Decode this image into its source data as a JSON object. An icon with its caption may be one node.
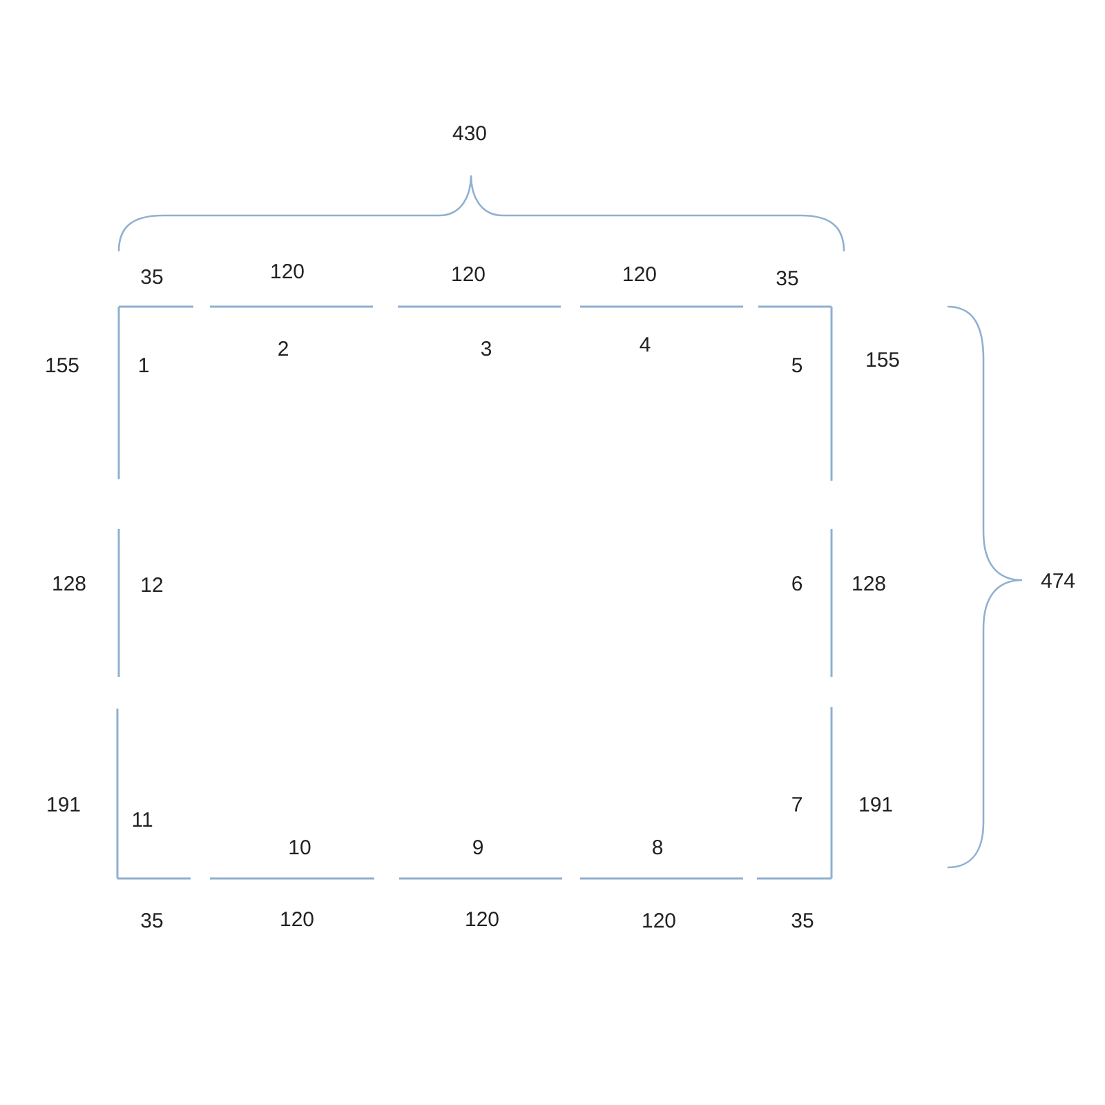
{
  "diagram": {
    "labels": [
      "430",
      "35",
      "120",
      "120",
      "120",
      "35",
      "2",
      "3",
      "4",
      "155",
      "1",
      "5",
      "155",
      "128",
      "12",
      "6",
      "128",
      "474",
      "191",
      "11",
      "7",
      "191",
      "10",
      "9",
      "8",
      "35",
      "120",
      "120",
      "120",
      "35"
    ]
  }
}
